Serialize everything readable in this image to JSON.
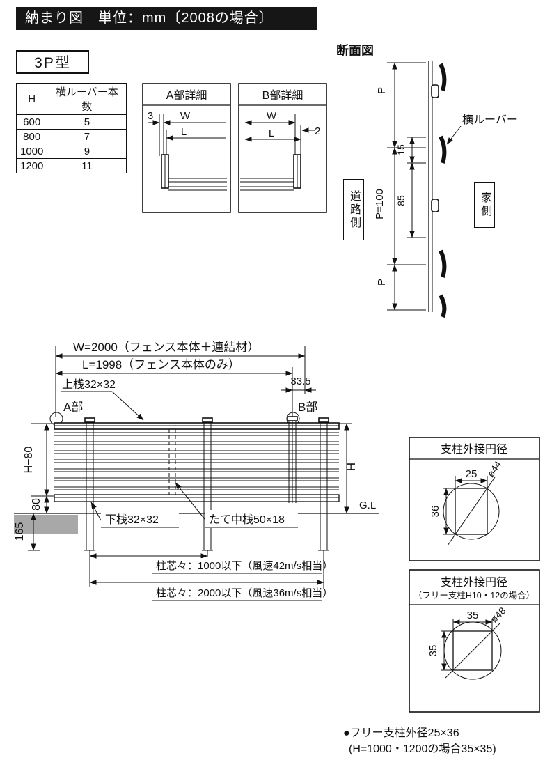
{
  "header": {
    "title": "納まり図　単位：mm〔2008の場合〕"
  },
  "model": {
    "label": "3P型"
  },
  "colors": {
    "header_bg": "#161616",
    "ground_gray": "#a8a8a8",
    "line": "#111111"
  },
  "spec_table": {
    "col1": "H",
    "col2": "横ルーバー本数",
    "rows": [
      {
        "h": "600",
        "n": "5"
      },
      {
        "h": "800",
        "n": "7"
      },
      {
        "h": "1000",
        "n": "9"
      },
      {
        "h": "1200",
        "n": "11"
      }
    ]
  },
  "detail_a": {
    "title": "A部詳細",
    "dim3": "3",
    "dimW": "W",
    "dimL": "L"
  },
  "detail_b": {
    "title": "B部詳細",
    "dimW": "W",
    "dimL": "L",
    "dim2": "2"
  },
  "section_view": {
    "title": "断面図",
    "p_top": "P",
    "p_mid": "P=100",
    "p_bottom": "P",
    "dim15": "15",
    "dim85": "85",
    "louver_label": "横ルーバー",
    "road_side": "道路側",
    "house_side": "家側"
  },
  "elevation": {
    "w_label": "W=2000（フェンス本体＋連結材）",
    "l_label": "L=1998（フェンス本体のみ）",
    "top_rail_label": "上桟32×32",
    "dim335": "33.5",
    "part_a": "A部",
    "part_b": "B部",
    "dim_h80": "H−80",
    "dim_80": "80",
    "dim_165": "165",
    "dim_h": "H",
    "gl_label": "G.L",
    "bottom_rail_label": "下桟32×32",
    "mid_rail_label": "たて中桟50×18",
    "span1_label": "柱芯々：1000以下（風速42m/s相当）",
    "span2_label": "柱芯々：2000以下（風速36m/s相当）"
  },
  "circum1": {
    "title": "支柱外接円径",
    "width": "25",
    "height": "36",
    "dia": "ø44"
  },
  "circum2": {
    "title": "支柱外接円径",
    "subtitle": "（フリー支柱H10・12の場合）",
    "width": "35",
    "height": "35",
    "dia": "ø48"
  },
  "footer": {
    "note1": "●フリー支柱外径25×36",
    "note2": "(H=1000・1200の場合35×35)"
  }
}
